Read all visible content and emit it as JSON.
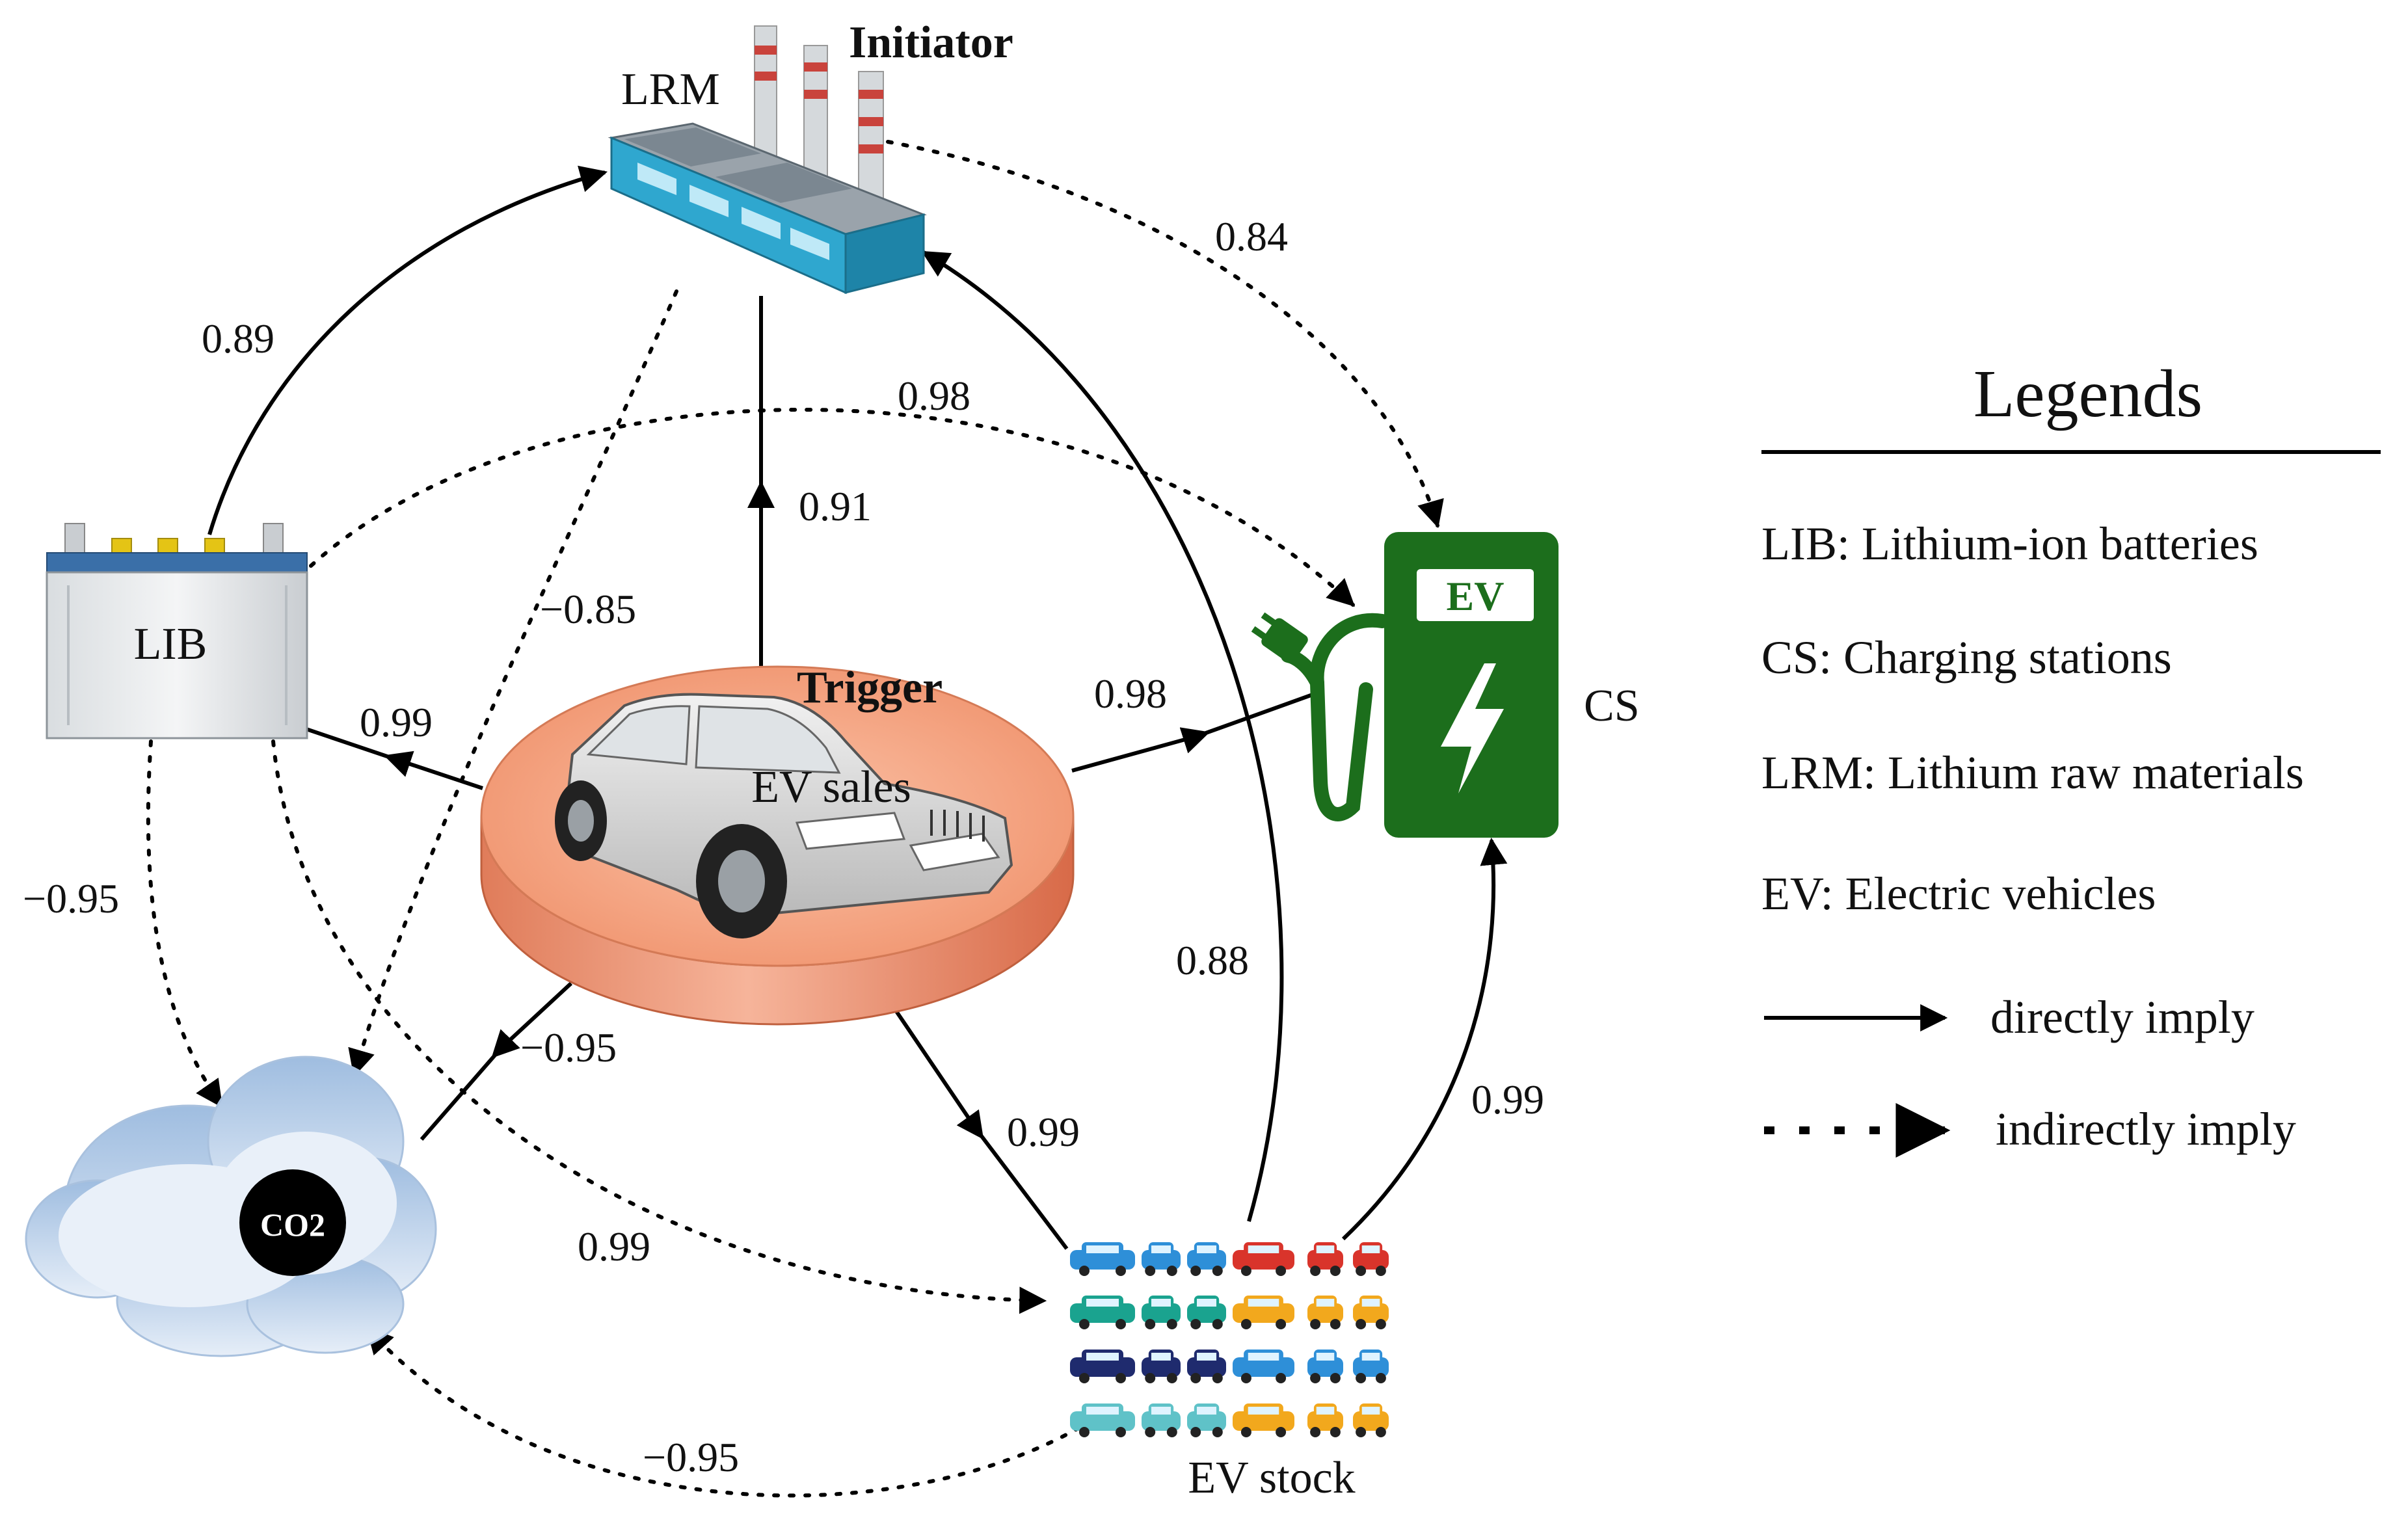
{
  "nodes": {
    "lrm": {
      "label": "LRM",
      "role": "Initiator"
    },
    "lib": {
      "label": "LIB"
    },
    "ev_sales": {
      "label": "EV sales",
      "role": "Trigger"
    },
    "cs": {
      "label": "CS",
      "sign_text": "EV"
    },
    "co2": {
      "label": "CO2"
    },
    "ev_stock": {
      "label": "EV stock"
    }
  },
  "edges": [
    {
      "from": "LIB",
      "to": "LRM",
      "type": "directly",
      "value": "0.89"
    },
    {
      "from": "EV sales",
      "to": "LRM",
      "type": "directly",
      "value": "0.91"
    },
    {
      "from": "EV stock",
      "to": "LRM",
      "type": "directly",
      "value": "0.88"
    },
    {
      "from": "LRM",
      "to": "CS",
      "type": "indirectly",
      "value": "0.84"
    },
    {
      "from": "LIB",
      "to": "CS",
      "type": "indirectly",
      "value": "0.98"
    },
    {
      "from": "LRM",
      "to": "CO2",
      "type": "indirectly",
      "value": "−0.85"
    },
    {
      "from": "EV sales",
      "to": "LIB",
      "type": "directly",
      "value": "0.99"
    },
    {
      "from": "EV sales",
      "to": "CS",
      "type": "directly",
      "value": "0.98"
    },
    {
      "from": "LIB",
      "to": "CO2",
      "type": "indirectly",
      "value": "−0.95"
    },
    {
      "from": "EV sales",
      "to": "CO2",
      "type": "directly",
      "value": "−0.95"
    },
    {
      "from": "EV sales",
      "to": "EV stock",
      "type": "directly",
      "value": "0.99"
    },
    {
      "from": "EV stock",
      "to": "CS",
      "type": "directly",
      "value": "0.99"
    },
    {
      "from": "LIB",
      "to": "EV stock",
      "type": "indirectly",
      "value": "0.99"
    },
    {
      "from": "EV stock",
      "to": "CO2",
      "type": "indirectly",
      "value": "−0.95"
    }
  ],
  "legend": {
    "title": "Legends",
    "entries": [
      "LIB: Lithium-ion batteries",
      "CS: Charging stations",
      "LRM: Lithium raw materials",
      "EV: Electric vehicles"
    ],
    "directly": "directly imply",
    "indirectly": "indirectly imply"
  },
  "colors": {
    "station_green": "#1c6e1c",
    "platform_salmon": "#f0a080",
    "cloud_blue": "#b6cce6",
    "factory_cyan": "#2fa7cf"
  }
}
